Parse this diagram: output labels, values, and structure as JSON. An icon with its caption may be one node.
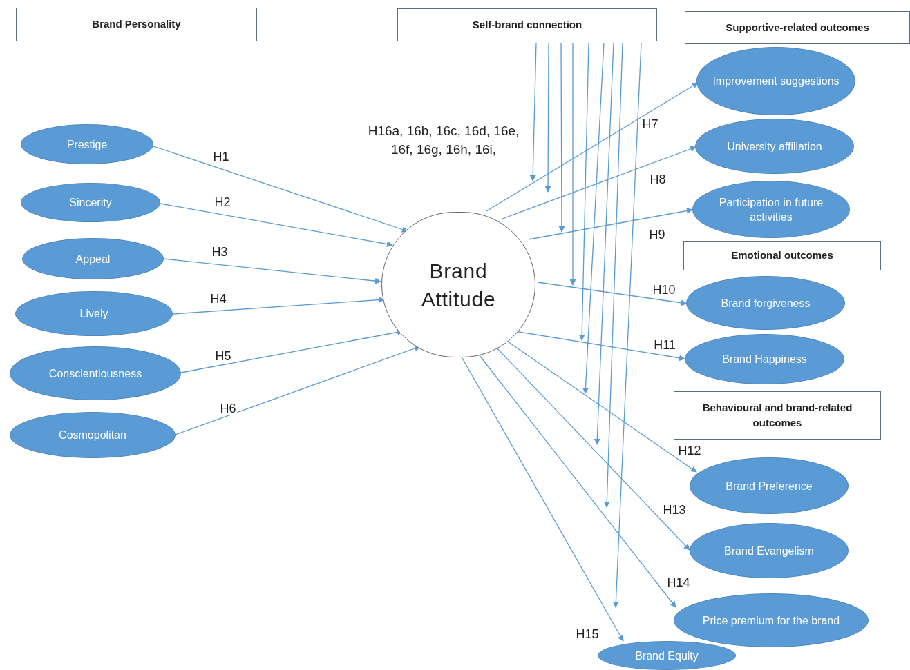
{
  "diagram": {
    "nodes": [
      {
        "text": [
          "Brand Personality"
        ]
      },
      {
        "text": [
          "Self-brand connection"
        ]
      },
      {
        "text": [
          "Supportive-related outcomes"
        ]
      },
      {
        "text": [
          "Prestige"
        ]
      },
      {
        "text": [
          "Sincerity"
        ]
      },
      {
        "text": [
          "Appeal"
        ]
      },
      {
        "text": [
          "Lively"
        ]
      },
      {
        "text": [
          "Conscientiousness"
        ]
      },
      {
        "text": [
          "Cosmopolitan"
        ]
      },
      {
        "text": [
          "Brand Attitude"
        ]
      },
      {
        "text": [
          "Improvement suggestions"
        ]
      },
      {
        "text": [
          "University affiliation"
        ]
      },
      {
        "text": [
          "Participation in future activities"
        ]
      },
      {
        "text": [
          "Emotional outcomes"
        ]
      },
      {
        "text": [
          "Brand forgiveness"
        ]
      },
      {
        "text": [
          "Brand Happiness"
        ]
      },
      {
        "text": [
          "Behavioural and brand-related outcomes"
        ]
      },
      {
        "text": [
          "Brand Preference"
        ]
      },
      {
        "text": [
          "Brand Evangelism"
        ]
      },
      {
        "text": [
          "Price premium for the brand"
        ]
      },
      {
        "text": [
          "Brand Equity"
        ]
      }
    ],
    "edges": [
      {
        "from": 3,
        "to": 9,
        "arrow": "to",
        "label": "H1"
      },
      {
        "from": 4,
        "to": 9,
        "arrow": "to",
        "label": "H2"
      },
      {
        "from": 5,
        "to": 9,
        "arrow": "to",
        "label": "H3"
      },
      {
        "from": 6,
        "to": 9,
        "arrow": "to",
        "label": "H4"
      },
      {
        "from": 7,
        "to": 9,
        "arrow": "to",
        "label": "H5"
      },
      {
        "from": 8,
        "to": 9,
        "arrow": "to",
        "label": "H6"
      },
      {
        "from": 9,
        "to": 10,
        "arrow": "to",
        "label": "H7"
      },
      {
        "from": 9,
        "to": 11,
        "arrow": "to",
        "label": "H8"
      },
      {
        "from": 9,
        "to": 12,
        "arrow": "to",
        "label": "H9"
      },
      {
        "from": 9,
        "to": 14,
        "arrow": "to",
        "label": "H10"
      },
      {
        "from": 9,
        "to": 15,
        "arrow": "to",
        "label": "H11"
      },
      {
        "from": 9,
        "to": 17,
        "arrow": "to",
        "label": "H12"
      },
      {
        "from": 9,
        "to": 18,
        "arrow": "to",
        "label": "H13"
      },
      {
        "from": 9,
        "to": 19,
        "arrow": "to",
        "label": "H14"
      },
      {
        "from": 9,
        "to": 20,
        "arrow": "to",
        "label": "H15"
      },
      {
        "from": 1,
        "to": null,
        "arrow": "to"
      },
      {
        "from": 1,
        "to": null,
        "arrow": "to"
      },
      {
        "from": 1,
        "to": null,
        "arrow": "to"
      },
      {
        "from": 1,
        "to": null,
        "arrow": "to"
      },
      {
        "from": 1,
        "to": null,
        "arrow": "to"
      },
      {
        "from": 1,
        "to": null,
        "arrow": "to"
      },
      {
        "from": 1,
        "to": null,
        "arrow": "to"
      },
      {
        "from": 1,
        "to": null,
        "arrow": "to"
      },
      {
        "from": 1,
        "to": null,
        "arrow": "to"
      }
    ],
    "labels": [
      "H16a, 16b, 16c, 16d, 16e, 16f, 16g, 16h, 16i,"
    ]
  }
}
